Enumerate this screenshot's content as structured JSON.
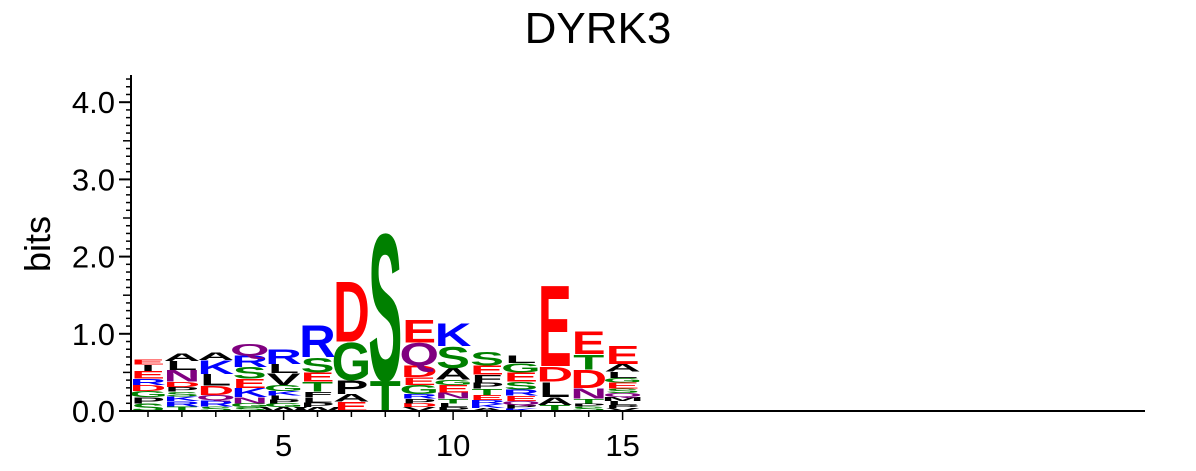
{
  "chart_data": {
    "type": "sequence-logo",
    "title": "DYRK3",
    "ylabel": "bits",
    "xlabel": "",
    "ylim": [
      0,
      4.3
    ],
    "yticks": [
      "0.0",
      "1.0",
      "2.0",
      "3.0",
      "4.0"
    ],
    "xticks": [
      "5",
      "10",
      "15"
    ],
    "positions": [
      1,
      2,
      3,
      4,
      5,
      6,
      7,
      8,
      9,
      10,
      11,
      12,
      13,
      14,
      15
    ],
    "colors": {
      "acidic": "#ff0000",
      "basic": "#0000ff",
      "polar": "#008000",
      "amide": "#800080",
      "hydrophobic": "#000000"
    },
    "columns": [
      [
        [
          "S",
          0.1
        ],
        [
          "P",
          0.08
        ],
        [
          "G",
          0.08
        ],
        [
          "D",
          0.08
        ],
        [
          "R",
          0.08
        ],
        [
          "E",
          0.1
        ],
        [
          "I",
          0.08
        ],
        [
          "E",
          0.07
        ]
      ],
      [
        [
          "T",
          0.06
        ],
        [
          "R",
          0.07
        ],
        [
          "K",
          0.06
        ],
        [
          "S",
          0.06
        ],
        [
          "P",
          0.06
        ],
        [
          "D",
          0.07
        ],
        [
          "N",
          0.15
        ],
        [
          "L",
          0.12
        ],
        [
          "A",
          0.1
        ]
      ],
      [
        [
          "S",
          0.06
        ],
        [
          "R",
          0.08
        ],
        [
          "Q",
          0.07
        ],
        [
          "D",
          0.12
        ],
        [
          "L",
          0.15
        ],
        [
          "K",
          0.18
        ],
        [
          "A",
          0.1
        ]
      ],
      [
        [
          "S",
          0.05
        ],
        [
          "G",
          0.05
        ],
        [
          "N",
          0.08
        ],
        [
          "K",
          0.12
        ],
        [
          "E",
          0.12
        ],
        [
          "S",
          0.15
        ],
        [
          "R",
          0.15
        ],
        [
          "Q",
          0.15
        ]
      ],
      [
        [
          "W",
          0.05
        ],
        [
          "G",
          0.05
        ],
        [
          "P",
          0.05
        ],
        [
          "L",
          0.05
        ],
        [
          "K",
          0.06
        ],
        [
          "G",
          0.08
        ],
        [
          "V",
          0.15
        ],
        [
          "L",
          0.12
        ],
        [
          "R",
          0.2
        ]
      ],
      [
        [
          "W",
          0.05
        ],
        [
          "P",
          0.06
        ],
        [
          "L",
          0.07
        ],
        [
          "F",
          0.07
        ],
        [
          "T",
          0.13
        ],
        [
          "E",
          0.12
        ],
        [
          "S",
          0.2
        ],
        [
          "R",
          0.42
        ]
      ],
      [
        [
          "E",
          0.12
        ],
        [
          "A",
          0.1
        ],
        [
          "P",
          0.18
        ],
        [
          "G",
          0.5
        ],
        [
          "D",
          0.8
        ]
      ],
      [
        [
          "T",
          0.4
        ],
        [
          "S",
          1.95
        ]
      ],
      [
        [
          "V",
          0.05
        ],
        [
          "D",
          0.05
        ],
        [
          "P",
          0.06
        ],
        [
          "R",
          0.06
        ],
        [
          "G",
          0.12
        ],
        [
          "E",
          0.1
        ],
        [
          "D",
          0.15
        ],
        [
          "Q",
          0.3
        ],
        [
          "E",
          0.3
        ]
      ],
      [
        [
          "P",
          0.05
        ],
        [
          "L",
          0.05
        ],
        [
          "T",
          0.06
        ],
        [
          "N",
          0.08
        ],
        [
          "E",
          0.1
        ],
        [
          "G",
          0.07
        ],
        [
          "A",
          0.15
        ],
        [
          "S",
          0.28
        ],
        [
          "K",
          0.3
        ]
      ],
      [
        [
          "A",
          0.04
        ],
        [
          "K",
          0.05
        ],
        [
          "R",
          0.05
        ],
        [
          "E",
          0.07
        ],
        [
          "T",
          0.08
        ],
        [
          "P",
          0.08
        ],
        [
          "F",
          0.1
        ],
        [
          "E",
          0.12
        ],
        [
          "S",
          0.18
        ]
      ],
      [
        [
          "K",
          0.03
        ],
        [
          "P",
          0.05
        ],
        [
          "Q",
          0.05
        ],
        [
          "E",
          0.07
        ],
        [
          "R",
          0.08
        ],
        [
          "S",
          0.1
        ],
        [
          "E",
          0.12
        ],
        [
          "G",
          0.12
        ],
        [
          "L",
          0.1
        ]
      ],
      [
        [
          "T",
          0.08
        ],
        [
          "A",
          0.1
        ],
        [
          "L",
          0.2
        ],
        [
          "D",
          0.2
        ],
        [
          "E",
          1.08
        ]
      ],
      [
        [
          "S",
          0.06
        ],
        [
          "P",
          0.04
        ],
        [
          "T",
          0.06
        ],
        [
          "N",
          0.14
        ],
        [
          "D",
          0.24
        ],
        [
          "T",
          0.2
        ],
        [
          "E",
          0.3
        ]
      ],
      [
        [
          "V",
          0.04
        ],
        [
          "P",
          0.04
        ],
        [
          "L",
          0.05
        ],
        [
          "M",
          0.05
        ],
        [
          "Q",
          0.05
        ],
        [
          "S",
          0.06
        ],
        [
          "E",
          0.08
        ],
        [
          "G",
          0.06
        ],
        [
          "L",
          0.08
        ],
        [
          "A",
          0.1
        ],
        [
          "E",
          0.24
        ]
      ]
    ]
  }
}
